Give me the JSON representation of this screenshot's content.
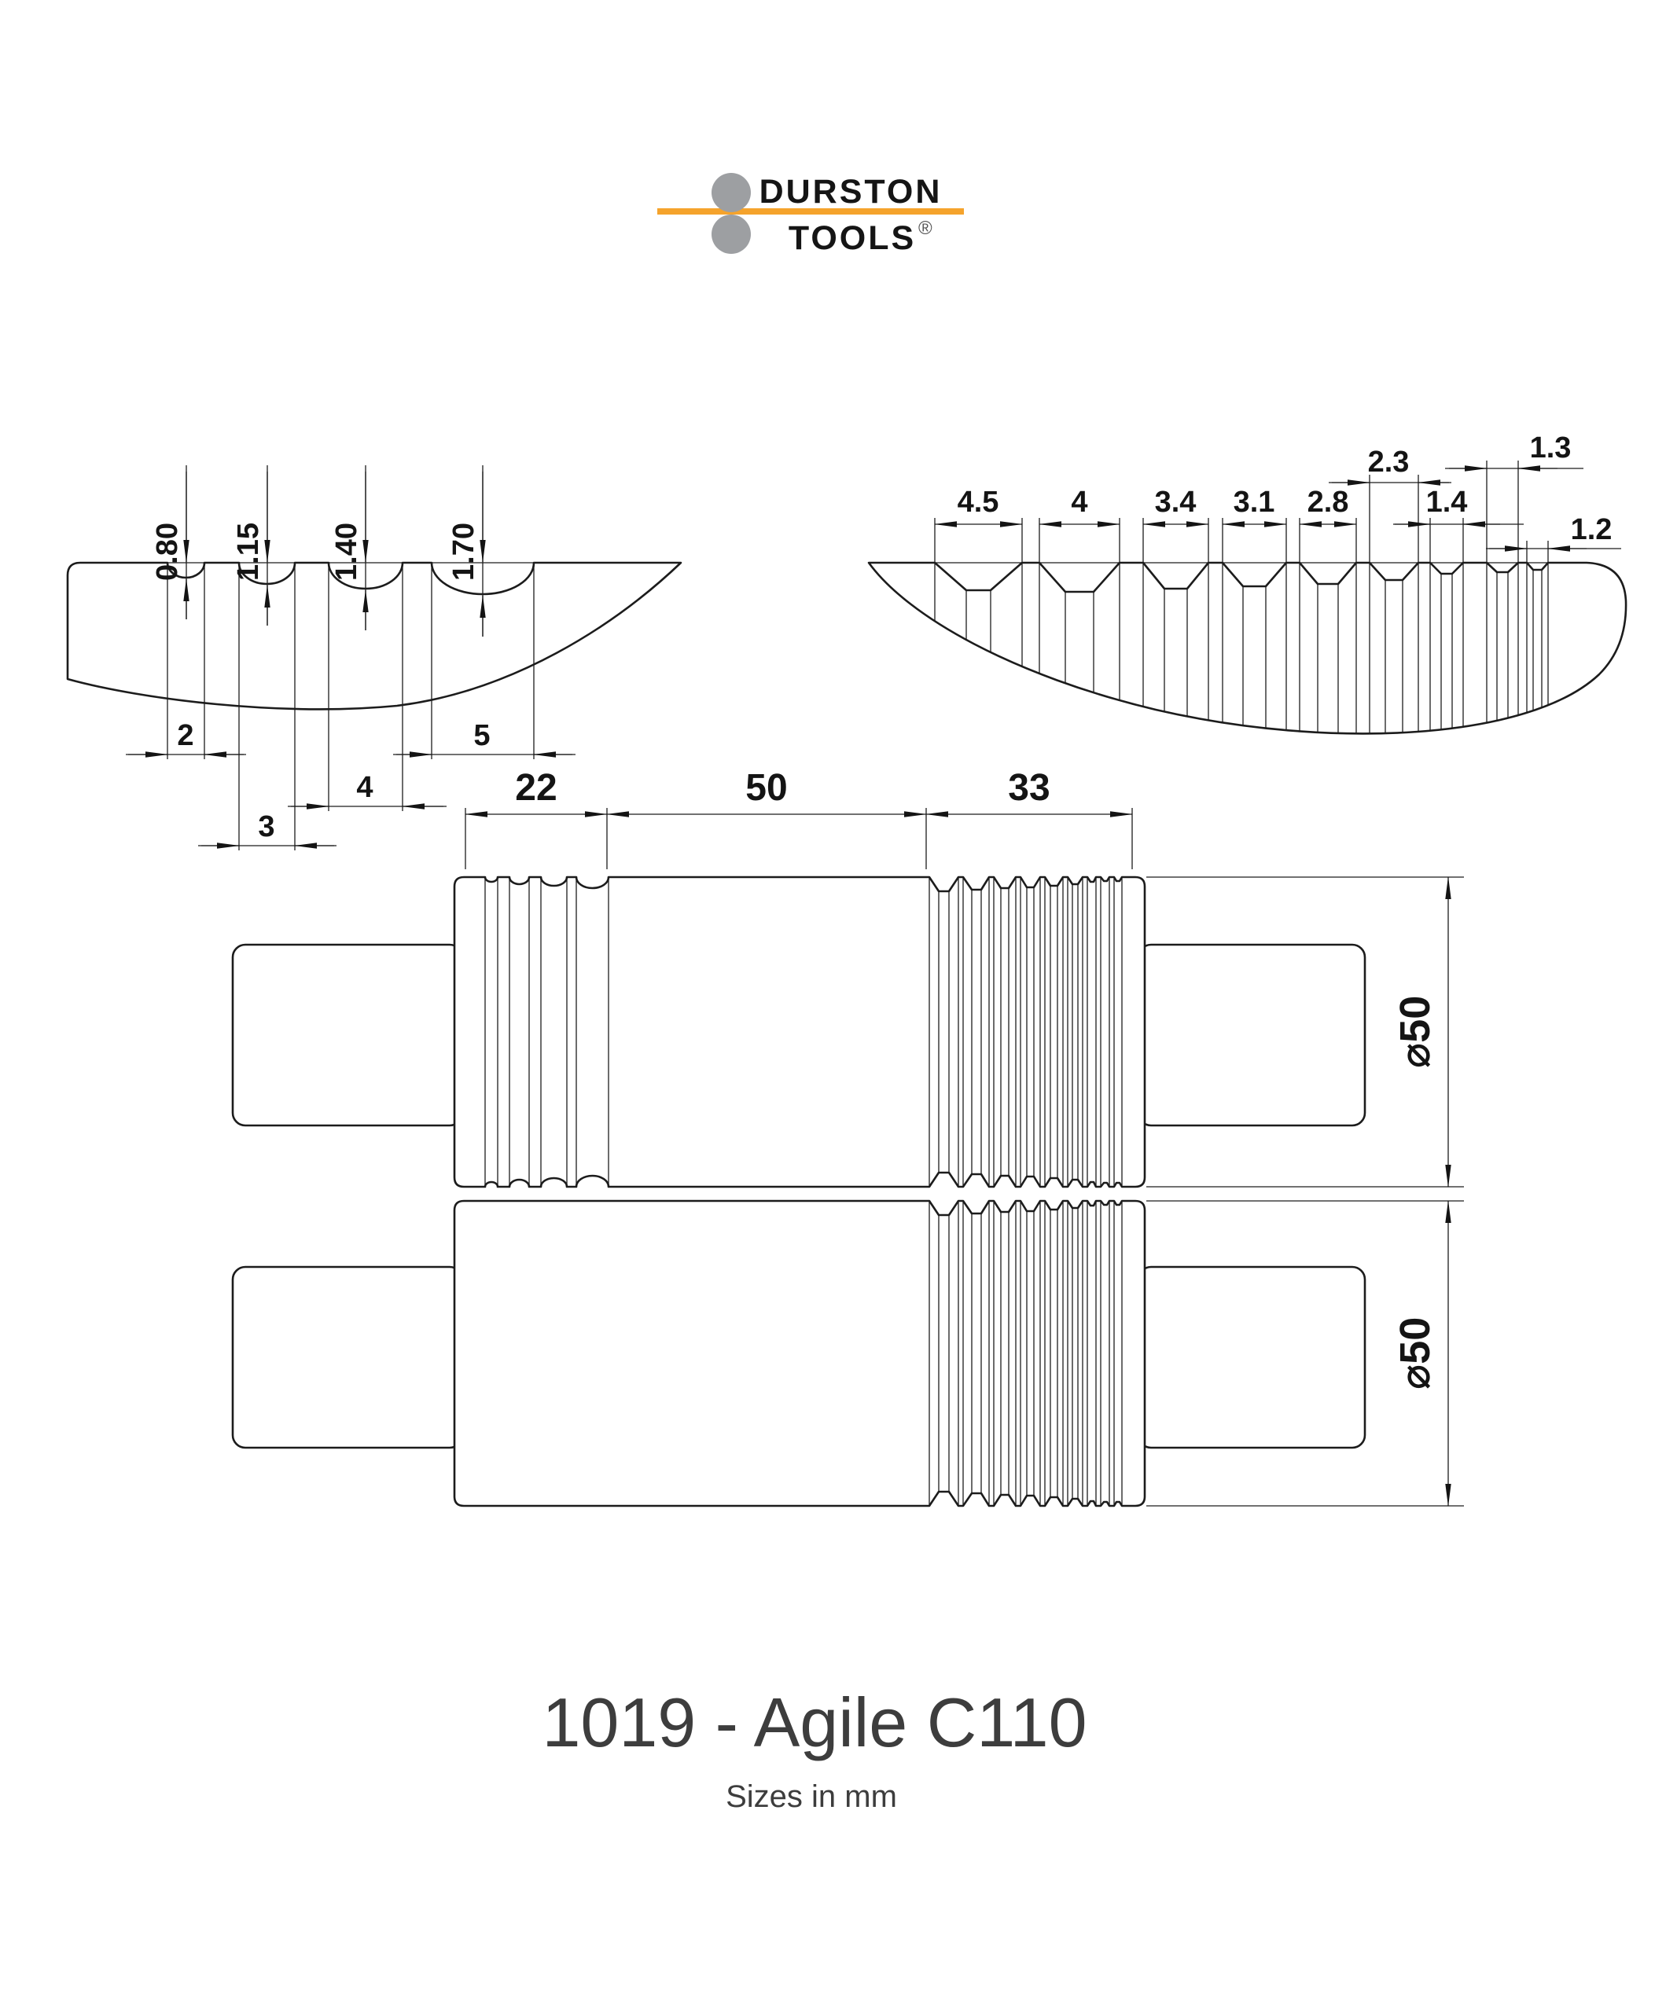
{
  "logo": {
    "line1": "DURSTON",
    "line2": "TOOLS",
    "registered": "®"
  },
  "dimensions": {
    "left_profile_depths": [
      "0.80",
      "1.15",
      "1.40",
      "1.70"
    ],
    "left_profile_widths": [
      "2",
      "3",
      "4",
      "5"
    ],
    "right_profile_widths": [
      "4.5",
      "4",
      "3.4",
      "3.1",
      "2.8",
      "2.3",
      "1.4",
      "1.3",
      "1.2"
    ],
    "roller_sections": [
      "22",
      "50",
      "33"
    ],
    "roller_diameters": [
      "⌀50",
      "⌀50"
    ]
  },
  "title": {
    "main": "1019 - Agile C110",
    "subtitle": "Sizes in mm"
  },
  "units_note": "Sizes in mm",
  "colors": {
    "line": "#1c1c1c",
    "logo_orange": "#F5A32C",
    "logo_gray": "#9D9FA2",
    "title_text": "#3d3d3d"
  }
}
